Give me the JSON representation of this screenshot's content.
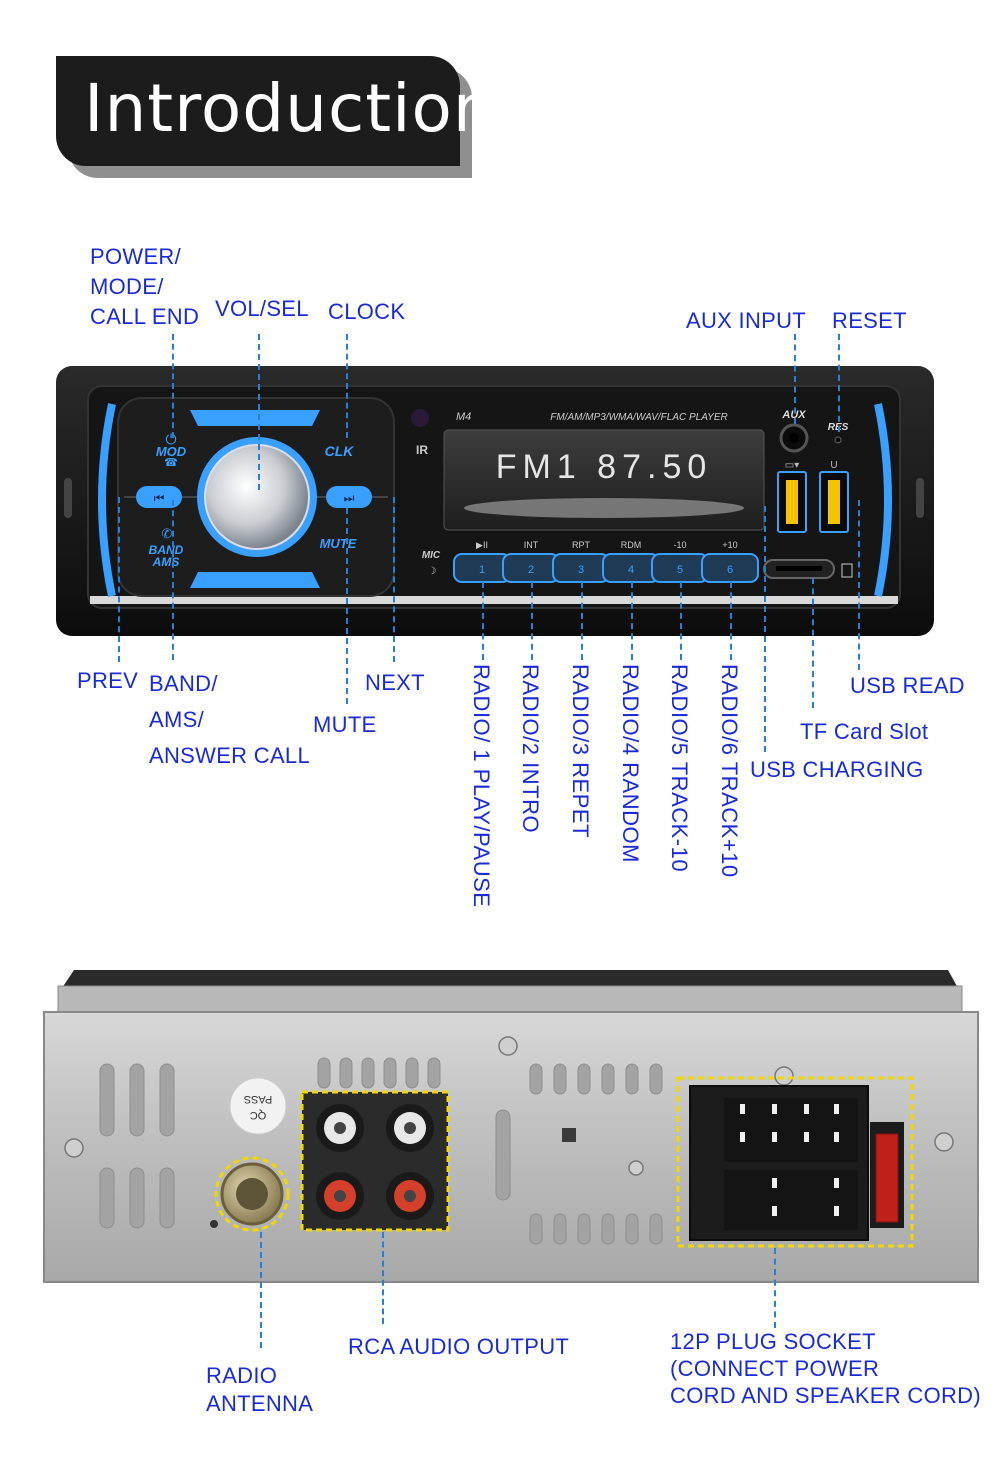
{
  "title": "Introduction",
  "front_panel": {
    "model": "M4",
    "formats": "FM/AM/MP3/WMA/WAV/FLAC PLAYER",
    "display": "FM1  87.50",
    "aux": "AUX",
    "res": "RES",
    "mic": "MIC",
    "usb_charge_icon": "battery-icon",
    "usb_read_label": "U",
    "left_buttons": {
      "mod": "MOD",
      "clk": "CLK",
      "band": "BAND",
      "ams": "AMS",
      "mute": "MUTE"
    },
    "preset_tops": [
      "▶II",
      "INT",
      "RPT",
      "RDM",
      "-10",
      "+10"
    ],
    "presets": [
      "1",
      "2",
      "3",
      "4",
      "5",
      "6"
    ]
  },
  "top_labels": {
    "power": "POWER/\nMODE/\nCALL END",
    "vol": "VOL/SEL",
    "clock": "CLOCK",
    "aux_input": "AUX INPUT",
    "reset": "RESET"
  },
  "bottom_labels": {
    "prev": "PREV",
    "band": "BAND/\nAMS/\nANSWER CALL",
    "mute": "MUTE",
    "next": "NEXT",
    "usb_read": "USB READ",
    "tf_card": "TF Card Slot",
    "usb_charging": "USB CHARGING"
  },
  "preset_labels": [
    "RADIO/ 1  PLAY/PAUSE",
    "RADIO/2  INTRO",
    "RADIO/3  REPET",
    "RADIO/4  RANDOM",
    "RADIO/5  TRACK-10",
    "RADIO/6  TRACK+10"
  ],
  "back_panel": {
    "qc": "QC\nPASS",
    "radio_antenna": "RADIO\nANTENNA",
    "rca_output": "RCA AUDIO OUTPUT",
    "plug_socket": "12P PLUG SOCKET\n(CONNECT POWER\nCORD AND SPEAKER CORD)"
  },
  "colors": {
    "label_blue": "#1a2bd6",
    "accent_blue": "#3aa0ff",
    "lead_line": "#2a7fd4",
    "rca_white": "#e8e8e8",
    "rca_red": "#d4402a",
    "highlight_yellow": "#f0d800"
  }
}
